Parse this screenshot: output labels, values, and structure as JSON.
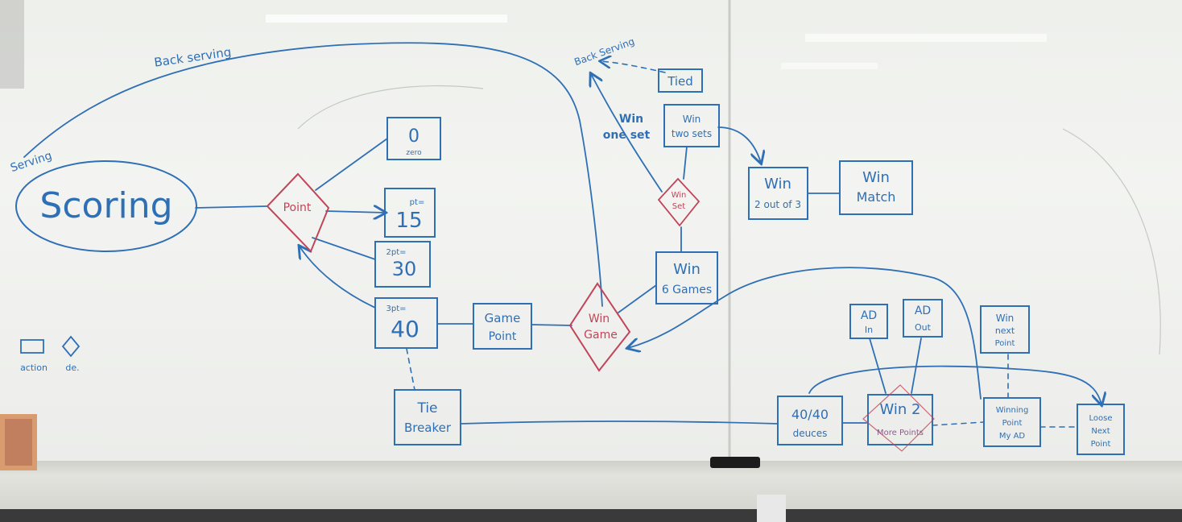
{
  "colors": {
    "blue": "#2f6fb5",
    "red": "#c0455a",
    "ink_light": "#6b8fc0"
  },
  "labels": {
    "back_serving": "Back serving",
    "serving": "Serving",
    "back_serving_2": "Back Serving",
    "scoring": "Scoring",
    "point": "Point",
    "zero": "0",
    "zero_sub": "zero",
    "fifteen_sub": "pt=",
    "fifteen": "15",
    "thirty_sub": "2pt=",
    "thirty": "30",
    "forty_sub": "3pt=",
    "forty": "40",
    "tie_breaker_1": "Tie",
    "tie_breaker_2": "Breaker",
    "game_point_1": "Game",
    "game_point_2": "Point",
    "win_game_1": "Win",
    "win_game_2": "Game",
    "win_6_games_1": "Win",
    "win_6_games_2": "6 Games",
    "win_set_1": "Win",
    "win_set_2": "Set",
    "win_one_set_1": "Win",
    "win_one_set_2": "one set",
    "win_two_sets_1": "Win",
    "win_two_sets_2": "two sets",
    "tied": "Tied",
    "win_2_of_3_1": "Win",
    "win_2_of_3_2": "2 out of 3",
    "win_match_1": "Win",
    "win_match_2": "Match",
    "ad_in_1": "AD",
    "ad_in_2": "In",
    "ad_out_1": "AD",
    "ad_out_2": "Out",
    "win_next_point_1": "Win",
    "win_next_point_2": "next",
    "win_next_point_3": "Point",
    "deuce_1": "40/40",
    "deuce_2": "deuces",
    "win_2_points_1": "Win 2",
    "win_2_points_2": "More Points",
    "winning_point_1": "Winning",
    "winning_point_2": "Point",
    "winning_point_3": "My AD",
    "lose_next_point_1": "Loose",
    "lose_next_point_2": "Next",
    "lose_next_point_3": "Point",
    "legend_action": "action",
    "legend_decision": "de."
  }
}
